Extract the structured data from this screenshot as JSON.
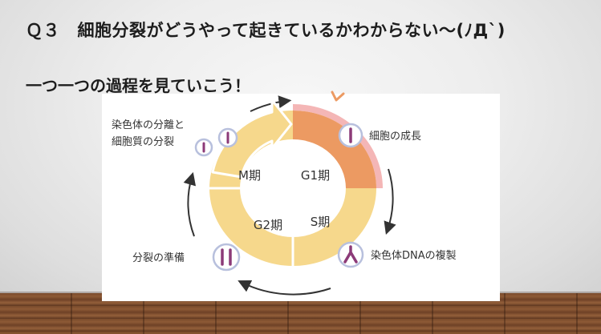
{
  "slide": {
    "title": "Ｑ３　細胞分裂がどうやって起きているかわからない〜(ﾉД`)",
    "subtitle": "一つ一つの過程を見ていこう！"
  },
  "diagram": {
    "phases": {
      "m": "M期",
      "g1": "G1期",
      "s": "S期",
      "g2": "G2期"
    },
    "labels": {
      "growth": "細胞の成長",
      "replication": "染色体DNAの複製",
      "prep": "分裂の準備",
      "division_line1": "染色体の分離と",
      "division_line2": "細胞質の分裂"
    },
    "colors": {
      "ring": "#f6d88c",
      "g1": "#ec9a62",
      "g1_rim": "#f4b6b6",
      "arrow": "#333333",
      "chromosome": "#8c3a78",
      "circle_border": "#b8c0dd"
    },
    "icons": [
      "chromosome-single-icon",
      "chromosome-split-icon",
      "chromosome-pair-icon",
      "chromosome-dividing-icon"
    ]
  }
}
